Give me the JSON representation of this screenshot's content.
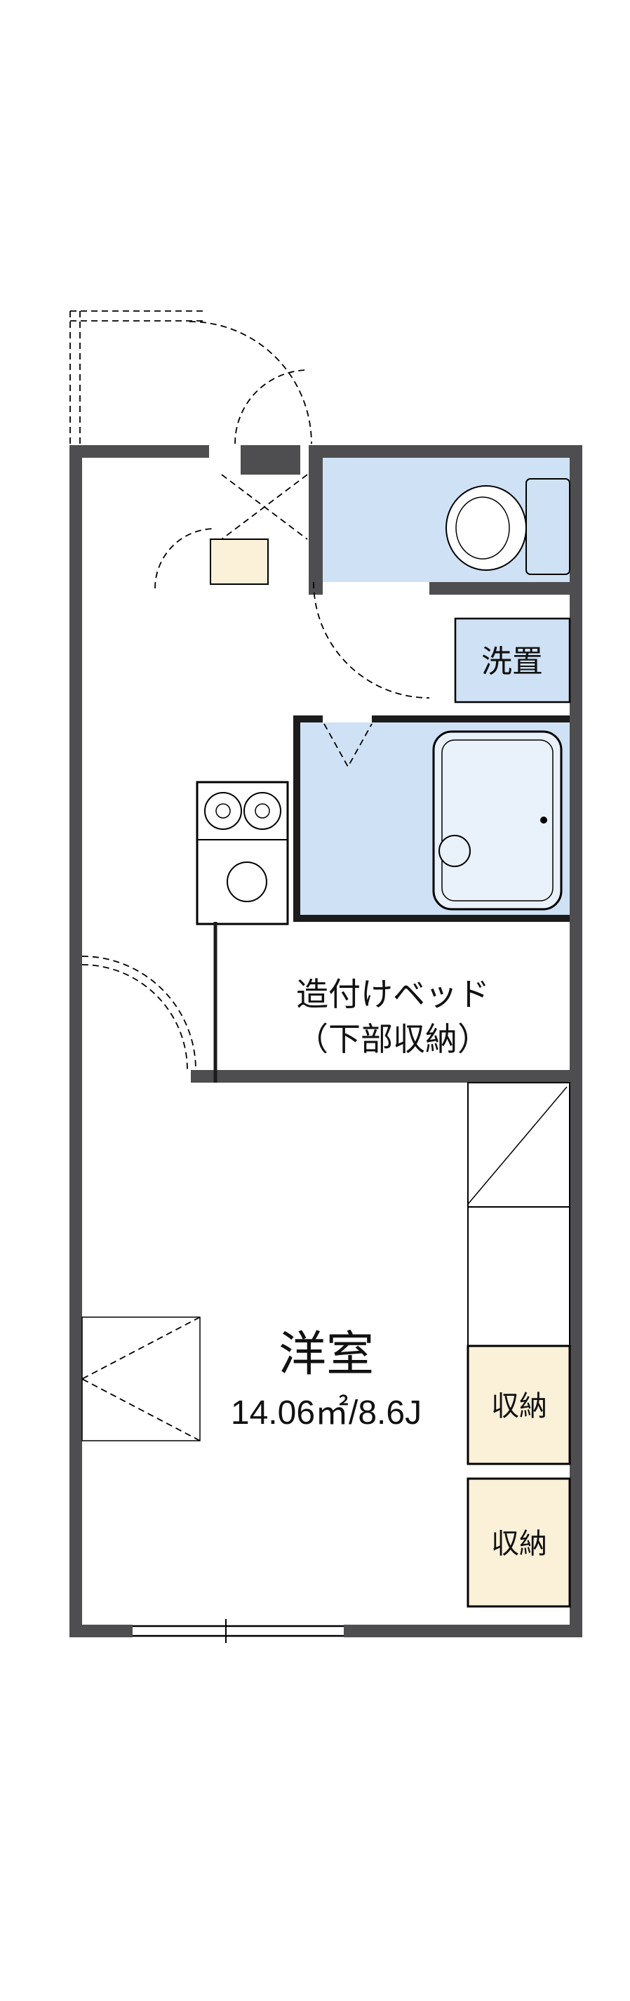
{
  "floorplan": {
    "rooms": {
      "washer": {
        "label": "洗置"
      },
      "bed": {
        "label_line1": "造付けベッド",
        "label_line2": "（下部収納）"
      },
      "main_room": {
        "name": "洋室",
        "area": "14.06㎡/8.6J"
      },
      "storage_upper": {
        "label": "収納"
      },
      "storage_lower": {
        "label": "収納"
      }
    },
    "colors": {
      "wall": "#4e4e50",
      "partition": "#1c1c1c",
      "wet_floor": "#cfe1f4",
      "storage_fill": "#fbf1d9",
      "line": "#000000",
      "background": "#ffffff"
    }
  }
}
